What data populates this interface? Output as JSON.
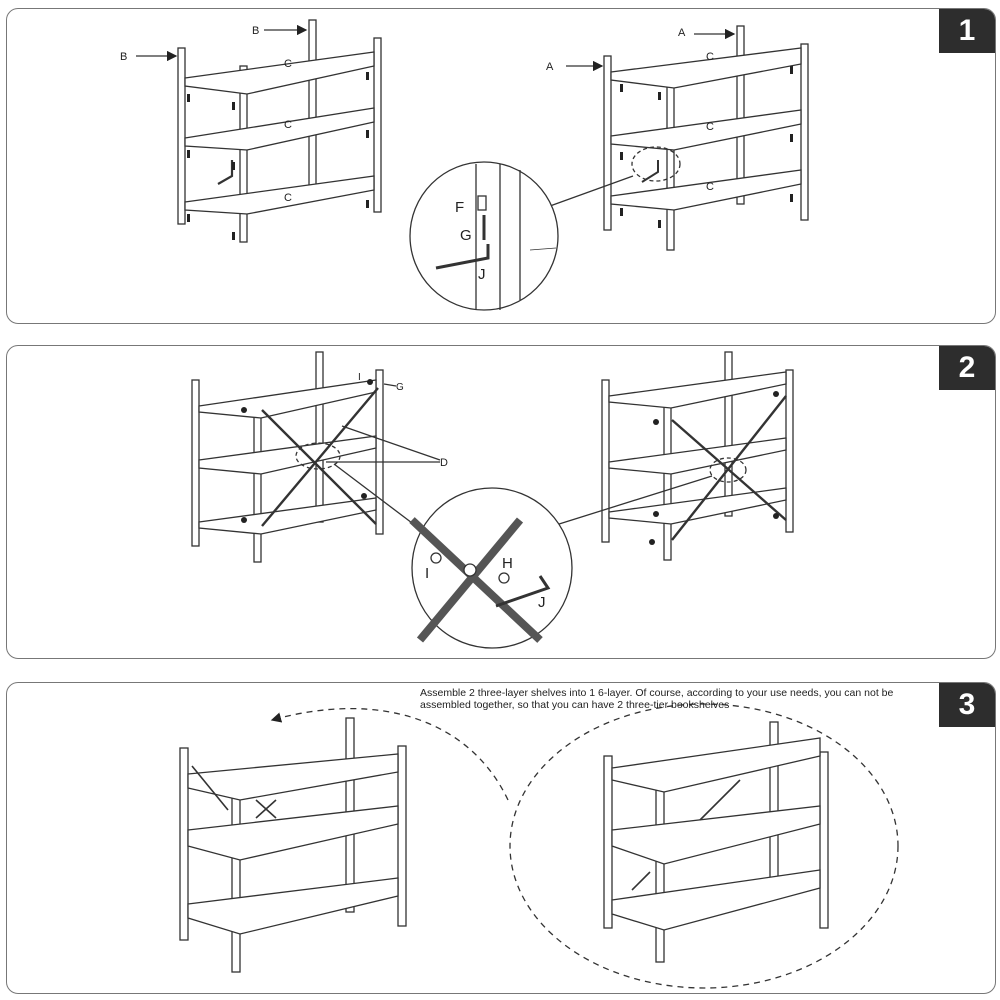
{
  "steps": [
    {
      "number": "1",
      "labels": {
        "a": "A",
        "b": "B",
        "c": "C",
        "f": "F",
        "g": "G",
        "j": "J"
      }
    },
    {
      "number": "2",
      "labels": {
        "i": "I",
        "g": "G",
        "d": "D",
        "h": "H",
        "j": "J"
      }
    },
    {
      "number": "3",
      "note": "Assemble 2 three-layer shelves into 1 6-layer. Of course, according to your use needs, you can not be assembled together, so that you can have 2 three-tier bookshelves"
    }
  ]
}
